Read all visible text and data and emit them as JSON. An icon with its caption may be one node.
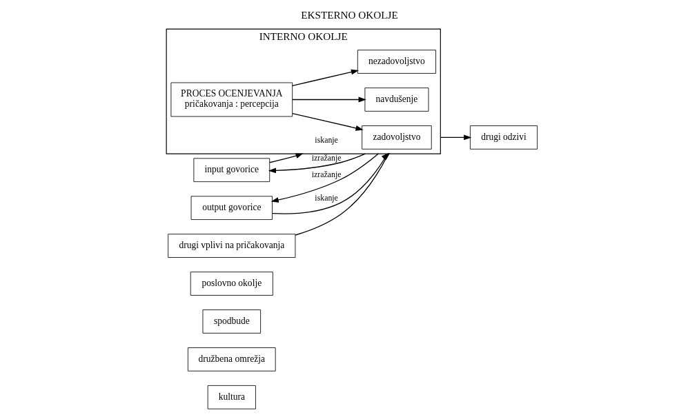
{
  "diagram": {
    "title": "EKSTERNO OKOLJE",
    "nodes": [
      {
        "text": [
          "kultura"
        ]
      },
      {
        "text": [
          "družbena omrežja"
        ]
      },
      {
        "text": [
          "spodbude"
        ]
      },
      {
        "text": [
          "poslovno okolje"
        ]
      },
      {
        "text": [
          "INTERNO OKOLJE"
        ]
      },
      {
        "text": [
          "input govorice"
        ]
      },
      {
        "text": [
          "navdušenje"
        ],
        "in": 4
      },
      {
        "text": [
          "PROCES OCENJEVANJA",
          "pričakovanja : percepcija"
        ],
        "in": 4
      },
      {
        "text": [
          "output govorice"
        ]
      },
      {
        "text": [
          "drugi vplivi na pričakovanja"
        ]
      },
      {
        "text": [
          "zadovoljstvo"
        ],
        "in": 4
      },
      {
        "text": [
          "nezadovoljstvo"
        ],
        "in": 4
      },
      {
        "text": [
          "drugi odzivi"
        ]
      }
    ],
    "edges": [
      {
        "from": 5,
        "to": 4,
        "arrow": "to",
        "label": "iskanje"
      },
      {
        "from": 4,
        "to": 5,
        "arrow": "to",
        "label": "izražanje"
      },
      {
        "from": 4,
        "to": 8,
        "arrow": "to",
        "label": "izražanje"
      },
      {
        "from": 8,
        "to": 4,
        "arrow": "to",
        "label": "iskanje"
      },
      {
        "from": 7,
        "to": 6,
        "arrow": "to"
      },
      {
        "from": 7,
        "to": 10,
        "arrow": "to"
      },
      {
        "from": 7,
        "to": 11,
        "arrow": "to"
      },
      {
        "from": 9,
        "to": 4,
        "arrow": "to"
      },
      {
        "from": 4,
        "to": 12,
        "arrow": "to"
      }
    ]
  }
}
